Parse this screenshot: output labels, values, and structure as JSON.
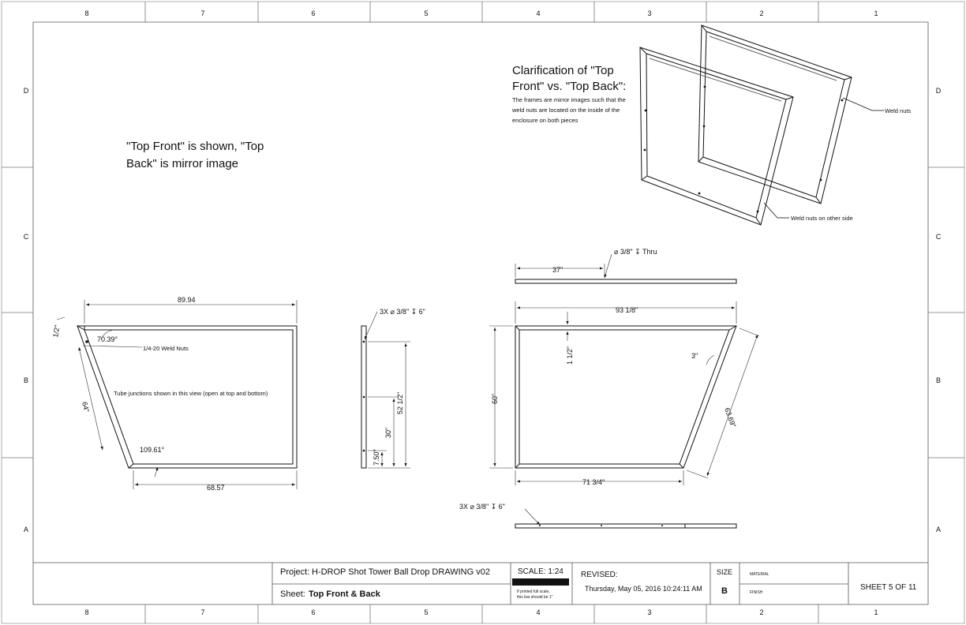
{
  "border": {
    "cols_top": [
      "8",
      "7",
      "6",
      "5",
      "4",
      "3",
      "2",
      "1"
    ],
    "cols_bottom": [
      "8",
      "7",
      "6",
      "5",
      "4",
      "3",
      "2",
      "1"
    ],
    "rows_left": [
      "D",
      "C",
      "B",
      "A"
    ],
    "rows_right": [
      "D",
      "C",
      "B",
      "A"
    ]
  },
  "notes": {
    "shown_line1": "\"Top Front\" is shown, \"Top",
    "shown_line2": "Back\" is mirror image",
    "clar_line1": "Clarification of \"Top",
    "clar_line2": "Front\" vs. \"Top Back\":",
    "clar_small1": "The frames are mirror images such that the",
    "clar_small2": "weld nuts are located on the inside of the",
    "clar_small3": "enclosure on both pieces",
    "weld_nuts": "Weld nuts",
    "weld_nuts_other": "Weld nuts on other side",
    "tube_junctions": "Tube junctions shown in this view (open at top and bottom)",
    "weld_nuts_label": "1/4-20 Weld Nuts"
  },
  "dims_left": {
    "top": "89.94",
    "bottom": "68.57",
    "angle_top": "70.39°",
    "angle_bottom": "109.61°",
    "slant": "64\"",
    "half": "1/2\""
  },
  "dims_side": {
    "holes": "3X ⌀ 3/8\" ↧ 6\"",
    "h1": "52 1/2\"",
    "h2": "30\"",
    "h3": "7.50\""
  },
  "dims_right": {
    "top_width": "93 1/8\"",
    "height": "60\"",
    "tube": "1 1/2\"",
    "bottom": "71 3/4\"",
    "slant": "63.69\"",
    "three": "3\"",
    "top_bar_dim": "37\"",
    "top_hole": "⌀ 3/8\" ↧ Thru",
    "bottom_holes": "3X ⌀ 3/8\" ↧ 6\""
  },
  "title_block": {
    "project_label": "Project:",
    "project_value": "H-DROP Shot Tower Ball Drop DRAWING v02",
    "sheet_label": "Sheet:",
    "sheet_value": "Top Front & Back",
    "scale": "SCALE: 1:24",
    "scale_note1": "If printed full scale,",
    "scale_note2": "this bar should be 1\"",
    "revised_label": "REVISED:",
    "revised_value": "Thursday, May 05, 2016 10:24:11 AM",
    "size_label": "SIZE",
    "size_value": "B",
    "material_label": "MATERIAL",
    "finish_label": "FINISH",
    "sheet_num": "SHEET 5 OF 11"
  }
}
